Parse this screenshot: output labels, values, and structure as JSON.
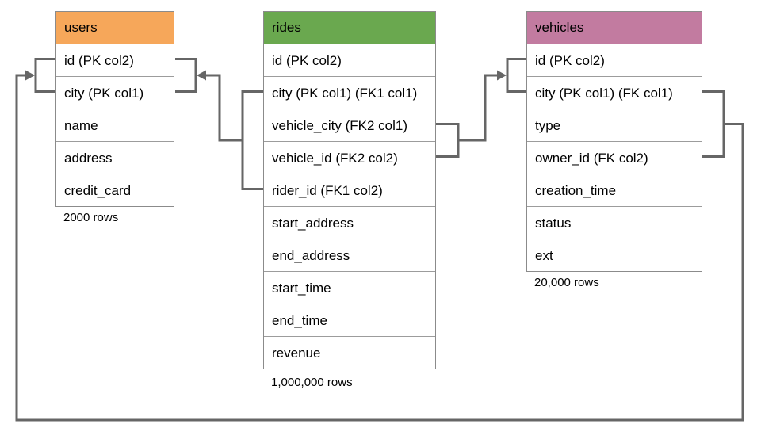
{
  "diagram": {
    "tables": [
      {
        "title": "users",
        "header_color": "#F6A75A",
        "columns": [
          "id (PK col2)",
          "city (PK col1)",
          "name",
          "address",
          "credit_card"
        ],
        "row_count": "2000 rows"
      },
      {
        "title": "rides",
        "header_color": "#6AA84F",
        "columns": [
          "id (PK col2)",
          "city (PK col1) (FK1 col1)",
          "vehicle_city (FK2 col1)",
          "vehicle_id (FK2 col2)",
          "rider_id (FK1 col2)",
          "start_address",
          "end_address",
          "start_time",
          "end_time",
          "revenue"
        ],
        "row_count": "1,000,000 rows"
      },
      {
        "title": "vehicles",
        "header_color": "#C27BA0",
        "columns": [
          "id (PK col2)",
          "city (PK col1) (FK col1)",
          "type",
          "owner_id (FK col2)",
          "creation_time",
          "status",
          "ext"
        ],
        "row_count": "20,000 rows"
      }
    ],
    "relationships": [
      {
        "from": "rides (city FK1 col1, rider_id FK1 col2)",
        "to": "users (id PK col2, city PK col1)"
      },
      {
        "from": "rides (vehicle_city FK2 col1, vehicle_id FK2 col2)",
        "to": "vehicles (id PK col2, city PK col1)"
      },
      {
        "from": "vehicles (city FK col1, owner_id FK col2)",
        "to": "users (id PK col2, city PK col1)"
      }
    ],
    "colors": {
      "connector": "#666666",
      "cell_border": "#9c9c9c",
      "table_border": "#8b8b8b",
      "text": "#000000",
      "background": "#ffffff"
    }
  }
}
